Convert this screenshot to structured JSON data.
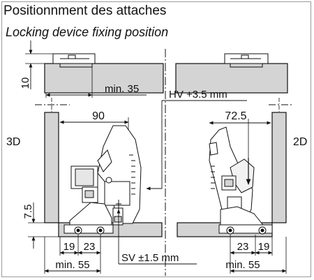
{
  "header": {
    "title": "Positionnment des attaches",
    "subtitle": "Locking device fixing position"
  },
  "labels": {
    "dim_10": "10",
    "min_35": "min. 35",
    "hv": "HV +3.5 mm",
    "dim_90": "90",
    "dim_72_5": "72.5",
    "side_3d": "3D",
    "side_2d": "2D",
    "dim_7_5": "7.5",
    "left_19": "19",
    "left_23": "23",
    "right_23": "23",
    "right_19": "19",
    "sv": "SV ±1.5 mm",
    "left_min_55": "min. 55",
    "right_min_55": "min. 55"
  },
  "colors": {
    "panel_fill": "#d4d4d4",
    "line": "#111111",
    "frame": "#9a9a9a"
  }
}
